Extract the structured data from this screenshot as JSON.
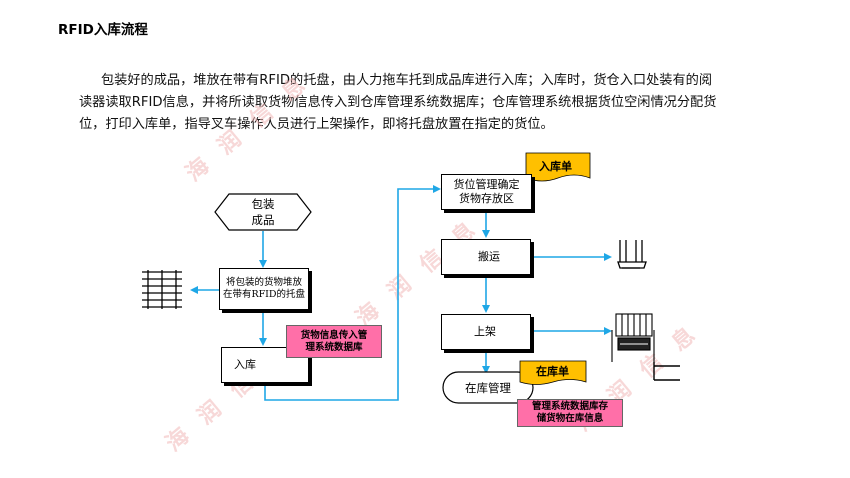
{
  "title": "RFID入库流程",
  "paragraph": "包装好的成品，堆放在带有RFID的托盘，由人力拖车托到成品库进行入库；入库时，货仓入口处装有的阅读器读取RFID信息，并将所读取货物信息传入到仓库管理系统数据库；仓库管理系统根据货位空闲情况分配货位，打印入库单，指导叉车操作人员进行上架操作，即将托盘放置在指定的货位。",
  "watermark": "海 润 信 息",
  "colors": {
    "arrow": "#1fa7e6",
    "pink": "#ff6fa8",
    "document": "#ffc000"
  },
  "flow": {
    "start": "包装\n成品",
    "stack": "将包装的货物堆放\n在带有RFID的托盘",
    "inbound": "入库",
    "inbound_note": "货物信息传入管\n理系统数据库",
    "assign": "货位管理确定\n货物存放区",
    "assign_doc": "入库单",
    "carry": "搬运",
    "shelve": "上架",
    "end": "在库管理",
    "end_doc": "在库单",
    "end_note": "管理系统数据库存\n储货物在库信息"
  },
  "icons": [
    "pallet-icon",
    "hand-truck-icon",
    "forklift-icon"
  ]
}
